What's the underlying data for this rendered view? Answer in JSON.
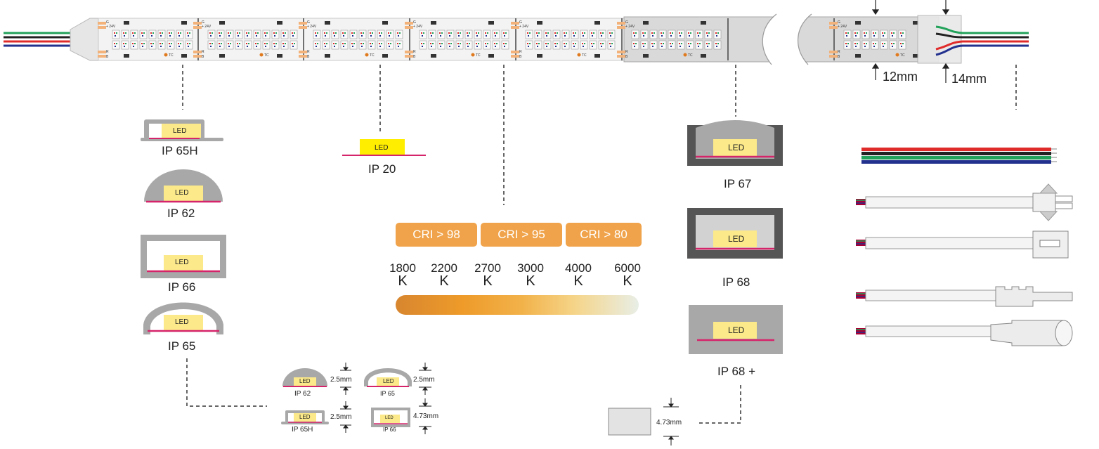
{
  "strip": {
    "pad_g": "G",
    "pad_24v": "+ 24V",
    "pad_r": "R",
    "pad_b": "B",
    "tc": "TC",
    "cut_width": "12mm",
    "total_width": "14mm"
  },
  "left_profiles": [
    {
      "led": "LED",
      "label": "IP 65H"
    },
    {
      "led": "LED",
      "label": "IP 62"
    },
    {
      "led": "LED",
      "label": "IP 66"
    },
    {
      "led": "LED",
      "label": "IP 65"
    }
  ],
  "ip20": {
    "led": "LED",
    "label": "IP 20"
  },
  "cri": [
    "CRI > 98",
    "CRI > 95",
    "CRI > 80"
  ],
  "temperatures": [
    {
      "value": "1800",
      "unit": "K"
    },
    {
      "value": "2200",
      "unit": "K"
    },
    {
      "value": "2700",
      "unit": "K"
    },
    {
      "value": "3000",
      "unit": "K"
    },
    {
      "value": "4000",
      "unit": "K"
    },
    {
      "value": "6000",
      "unit": "K"
    }
  ],
  "right_profiles": [
    {
      "led": "LED",
      "label": "IP 67"
    },
    {
      "led": "LED",
      "label": "IP 68"
    },
    {
      "led": "LED",
      "label": "IP 68 +"
    }
  ],
  "small_profiles": [
    {
      "led": "LED",
      "label": "IP 62",
      "dim": "2.5mm"
    },
    {
      "led": "LED",
      "label": "IP 65",
      "dim": "2.5mm"
    },
    {
      "led": "LED",
      "label": "IP 65H",
      "dim": "2.5mm"
    },
    {
      "led": "LED",
      "label": "IP 66",
      "dim": "4.73mm"
    }
  ],
  "ip68plus_dim": "4.73mm",
  "colors": {
    "accent_orange": "#f0a34a",
    "led_yellow": "#fbe98a",
    "ip20_yellow": "#ffee00",
    "pcb_magenta": "#d6246b",
    "housing_grey": "#a8a8a8",
    "wire_green": "#22a25a",
    "wire_black": "#222222",
    "wire_red": "#e02b2b",
    "wire_blue": "#22308e"
  }
}
